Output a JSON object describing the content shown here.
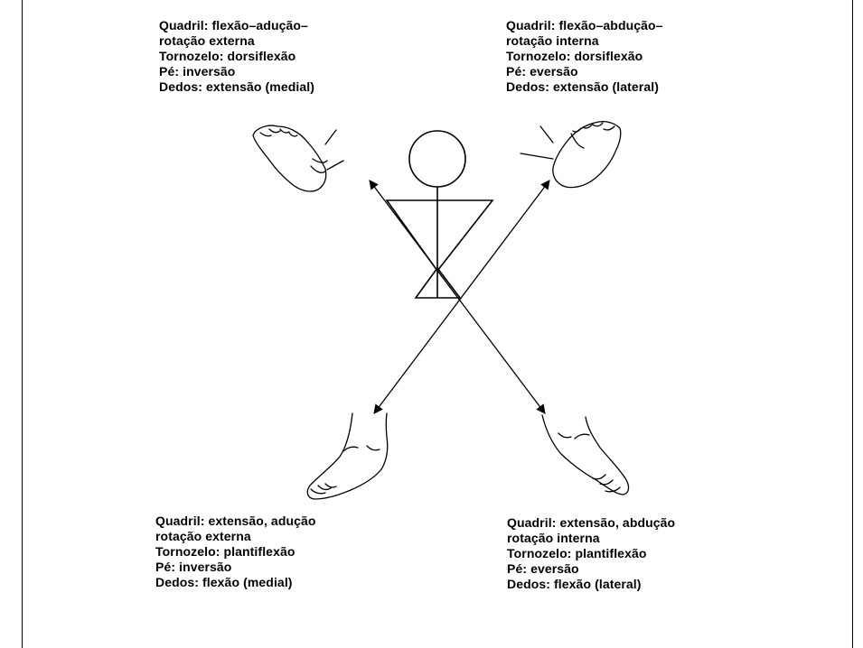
{
  "diagram": {
    "top_left": {
      "lines": [
        "Quadril: flexão–adução–",
        "rotação externa",
        "Tornozelo: dorsiflexão",
        "Pé: inversão",
        "Dedos: extensão (medial)"
      ]
    },
    "top_right": {
      "lines": [
        "Quadril: flexão–abdução–",
        "rotação interna",
        "Tornozelo: dorsiflexão",
        "Pé: eversão",
        "Dedos: extensão (lateral)"
      ]
    },
    "bottom_left": {
      "lines": [
        "Quadril: extensão, adução",
        "rotação externa",
        "Tornozelo: plantiflexão",
        "Pé: inversão",
        "Dedos: flexão (medial)"
      ]
    },
    "bottom_right": {
      "lines": [
        "Quadril: extensão, abdução",
        "rotação interna",
        "Tornozelo: plantiflexão",
        "Pé: eversão",
        "Dedos: flexão (lateral)"
      ]
    }
  }
}
